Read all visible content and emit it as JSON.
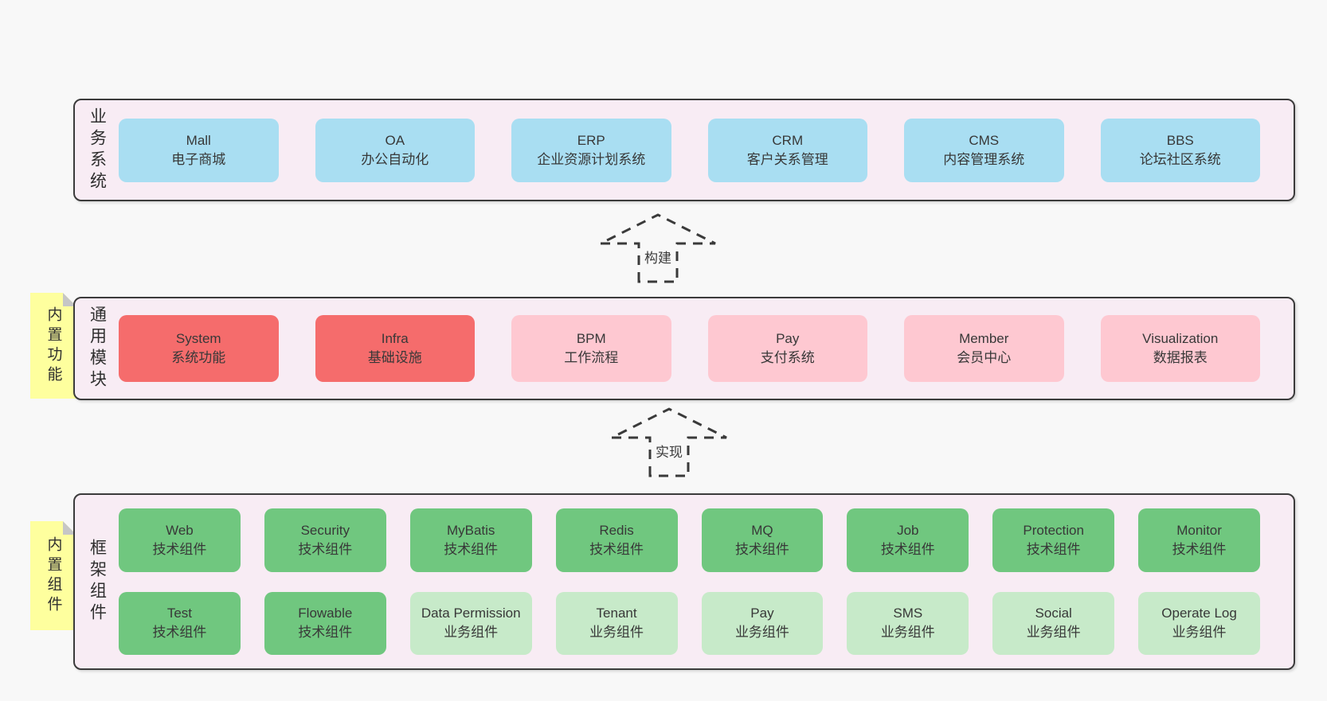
{
  "page": {
    "background": "#f8f8f8"
  },
  "colors": {
    "band_fill": "#f8ecf4",
    "band_border": "#3b3b3b",
    "box_blue": "#a9def2",
    "box_red": "#f56c6c",
    "box_pink": "#fec8d1",
    "box_green": "#70c77f",
    "box_green_light": "#c7eac9",
    "tab_yellow": "#feff9e",
    "tab_fold_gray": "#c6c6c6",
    "text": "#383838"
  },
  "layers": {
    "business": {
      "label": "业务系统",
      "boxes": [
        {
          "name": "Mall",
          "sub": "电子商城"
        },
        {
          "name": "OA",
          "sub": "办公自动化"
        },
        {
          "name": "ERP",
          "sub": "企业资源计划系统"
        },
        {
          "name": "CRM",
          "sub": "客户关系管理"
        },
        {
          "name": "CMS",
          "sub": "内容管理系统"
        },
        {
          "name": "BBS",
          "sub": "论坛社区系统"
        }
      ]
    },
    "modules": {
      "label": "通用模块",
      "tab": "内置功能",
      "boxes": [
        {
          "name": "System",
          "sub": "系统功能",
          "tone": "red"
        },
        {
          "name": "Infra",
          "sub": "基础设施",
          "tone": "red"
        },
        {
          "name": "BPM",
          "sub": "工作流程",
          "tone": "pink"
        },
        {
          "name": "Pay",
          "sub": "支付系统",
          "tone": "pink"
        },
        {
          "name": "Member",
          "sub": "会员中心",
          "tone": "pink"
        },
        {
          "name": "Visualization",
          "sub": "数据报表",
          "tone": "pink"
        }
      ]
    },
    "framework": {
      "label": "框架组件",
      "tab": "内置组件",
      "boxes": [
        {
          "name": "Web",
          "sub": "技术组件",
          "tone": "green"
        },
        {
          "name": "Security",
          "sub": "技术组件",
          "tone": "green"
        },
        {
          "name": "MyBatis",
          "sub": "技术组件",
          "tone": "green"
        },
        {
          "name": "Redis",
          "sub": "技术组件",
          "tone": "green"
        },
        {
          "name": "MQ",
          "sub": "技术组件",
          "tone": "green"
        },
        {
          "name": "Job",
          "sub": "技术组件",
          "tone": "green"
        },
        {
          "name": "Protection",
          "sub": "技术组件",
          "tone": "green"
        },
        {
          "name": "Monitor",
          "sub": "技术组件",
          "tone": "green"
        },
        {
          "name": "Test",
          "sub": "技术组件",
          "tone": "green"
        },
        {
          "name": "Flowable",
          "sub": "技术组件",
          "tone": "green"
        },
        {
          "name": "Data Permission",
          "sub": "业务组件",
          "tone": "green-light"
        },
        {
          "name": "Tenant",
          "sub": "业务组件",
          "tone": "green-light"
        },
        {
          "name": "Pay",
          "sub": "业务组件",
          "tone": "green-light"
        },
        {
          "name": "SMS",
          "sub": "业务组件",
          "tone": "green-light"
        },
        {
          "name": "Social",
          "sub": "业务组件",
          "tone": "green-light"
        },
        {
          "name": "Operate Log",
          "sub": "业务组件",
          "tone": "green-light"
        }
      ]
    }
  },
  "arrows": [
    {
      "label": "构建"
    },
    {
      "label": "实现"
    }
  ]
}
